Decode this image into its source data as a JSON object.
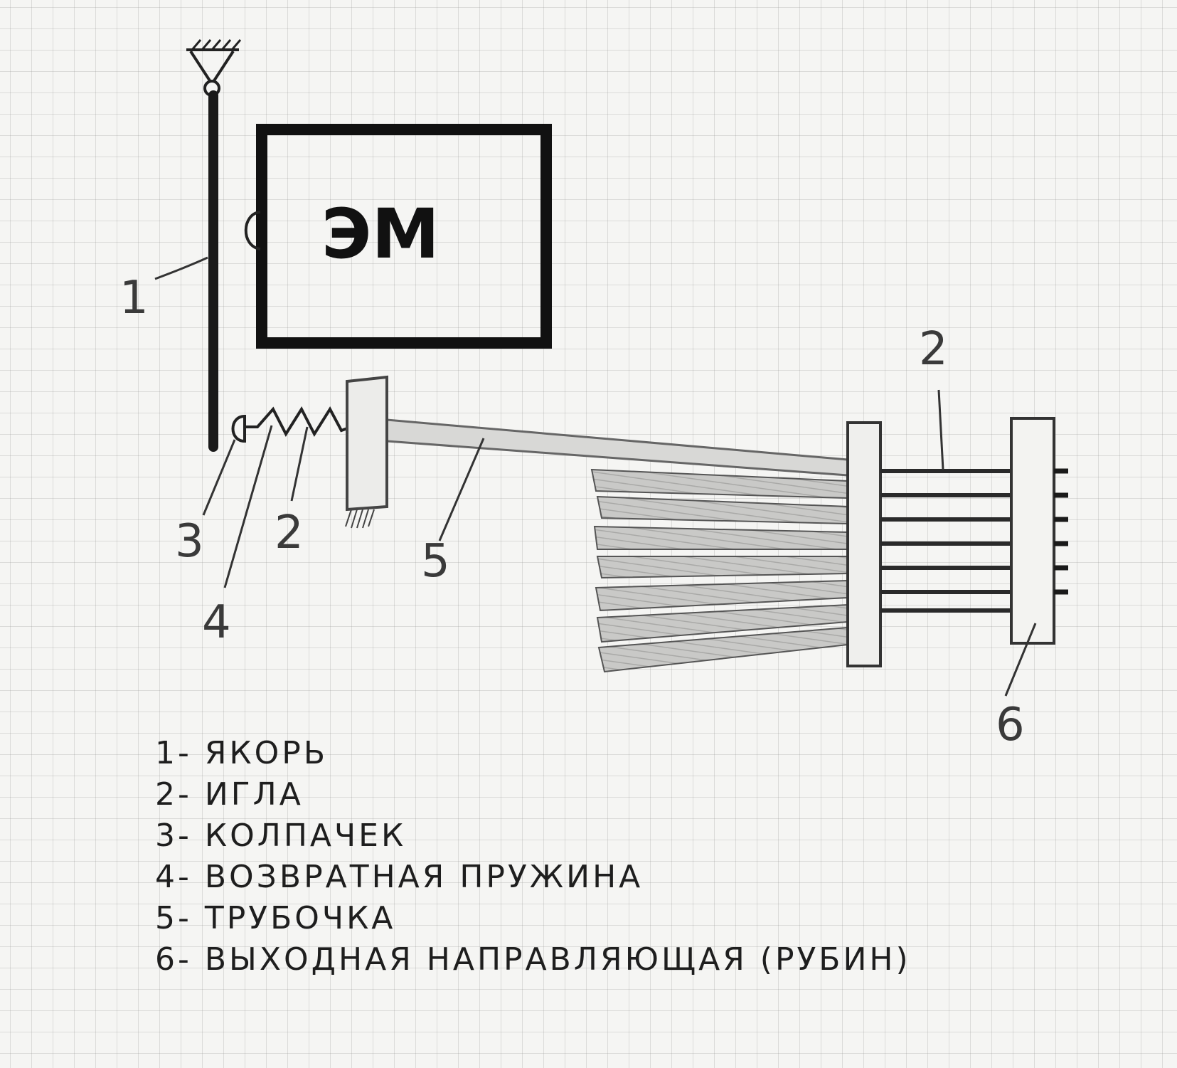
{
  "diagram": {
    "em_label": "ЭМ",
    "callouts": {
      "anchor": "1",
      "needle_top": "2",
      "needle_left": "2",
      "cap": "3",
      "spring": "4",
      "tube": "5",
      "guide": "6"
    }
  },
  "legend": [
    {
      "number": "1",
      "text": "- ЯКОРЬ"
    },
    {
      "number": "2",
      "text": "- ИГЛА"
    },
    {
      "number": "3",
      "text": "- КОЛПАЧЕК"
    },
    {
      "number": "4",
      "text": "- ВОЗВРАТНАЯ  ПРУЖИНА"
    },
    {
      "number": "5",
      "text": "- ТРУБОЧКА"
    },
    {
      "number": "6",
      "text": "- ВЫХОДНАЯ  НАПРАВЛЯЮЩАЯ  (РУБИН)"
    }
  ]
}
